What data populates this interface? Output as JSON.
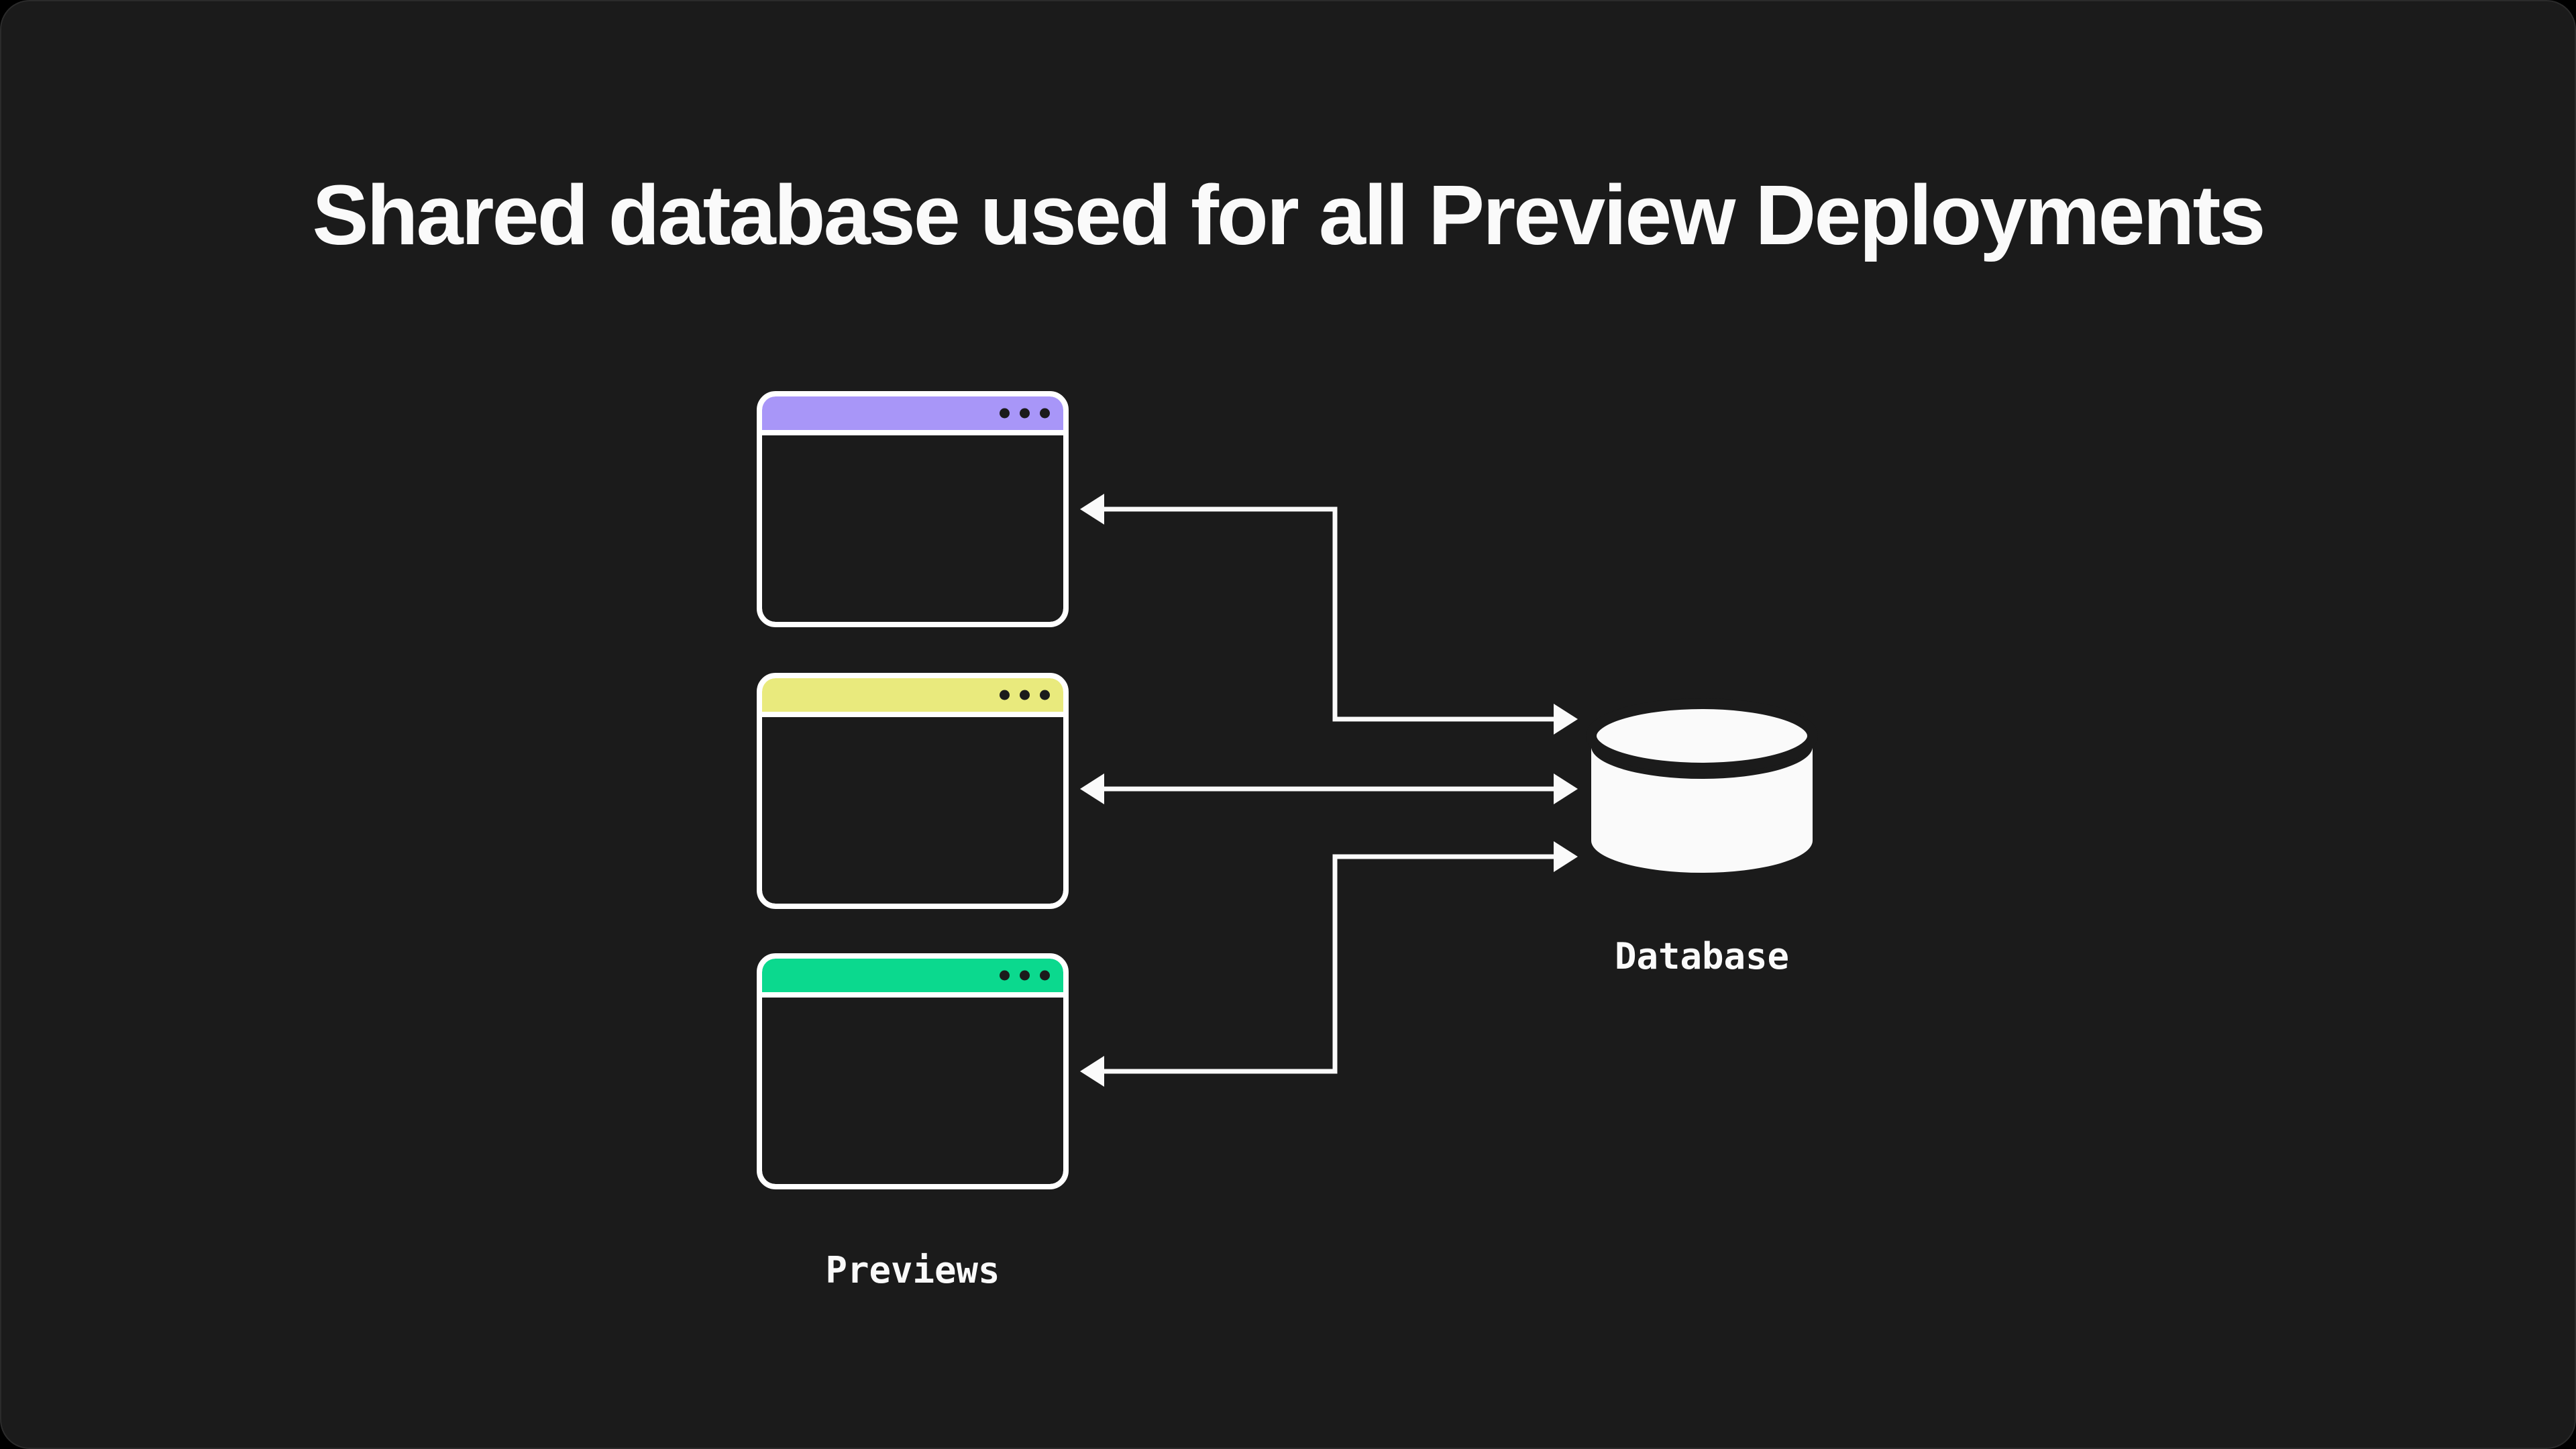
{
  "slide": {
    "title": "Shared database used for all Preview Deployments"
  },
  "theme": {
    "background": "#1B1B1B",
    "foreground": "#FAFAFA",
    "window_border": "#FFFFFF",
    "window_body": "#1B1B1B",
    "dot_color": "#1B1B1B"
  },
  "previews": {
    "label": "Previews",
    "windows": [
      {
        "id": "preview-window-1",
        "accent_name": "purple",
        "accent": "#A896F8"
      },
      {
        "id": "preview-window-2",
        "accent_name": "yellow",
        "accent": "#E9EA7D"
      },
      {
        "id": "preview-window-3",
        "accent_name": "green",
        "accent": "#0BD98E"
      }
    ]
  },
  "database": {
    "label": "Database"
  },
  "connections": [
    {
      "from": "preview-window-1",
      "to": "database",
      "bidirectional": true
    },
    {
      "from": "preview-window-2",
      "to": "database",
      "bidirectional": true
    },
    {
      "from": "preview-window-3",
      "to": "database",
      "bidirectional": true
    }
  ]
}
